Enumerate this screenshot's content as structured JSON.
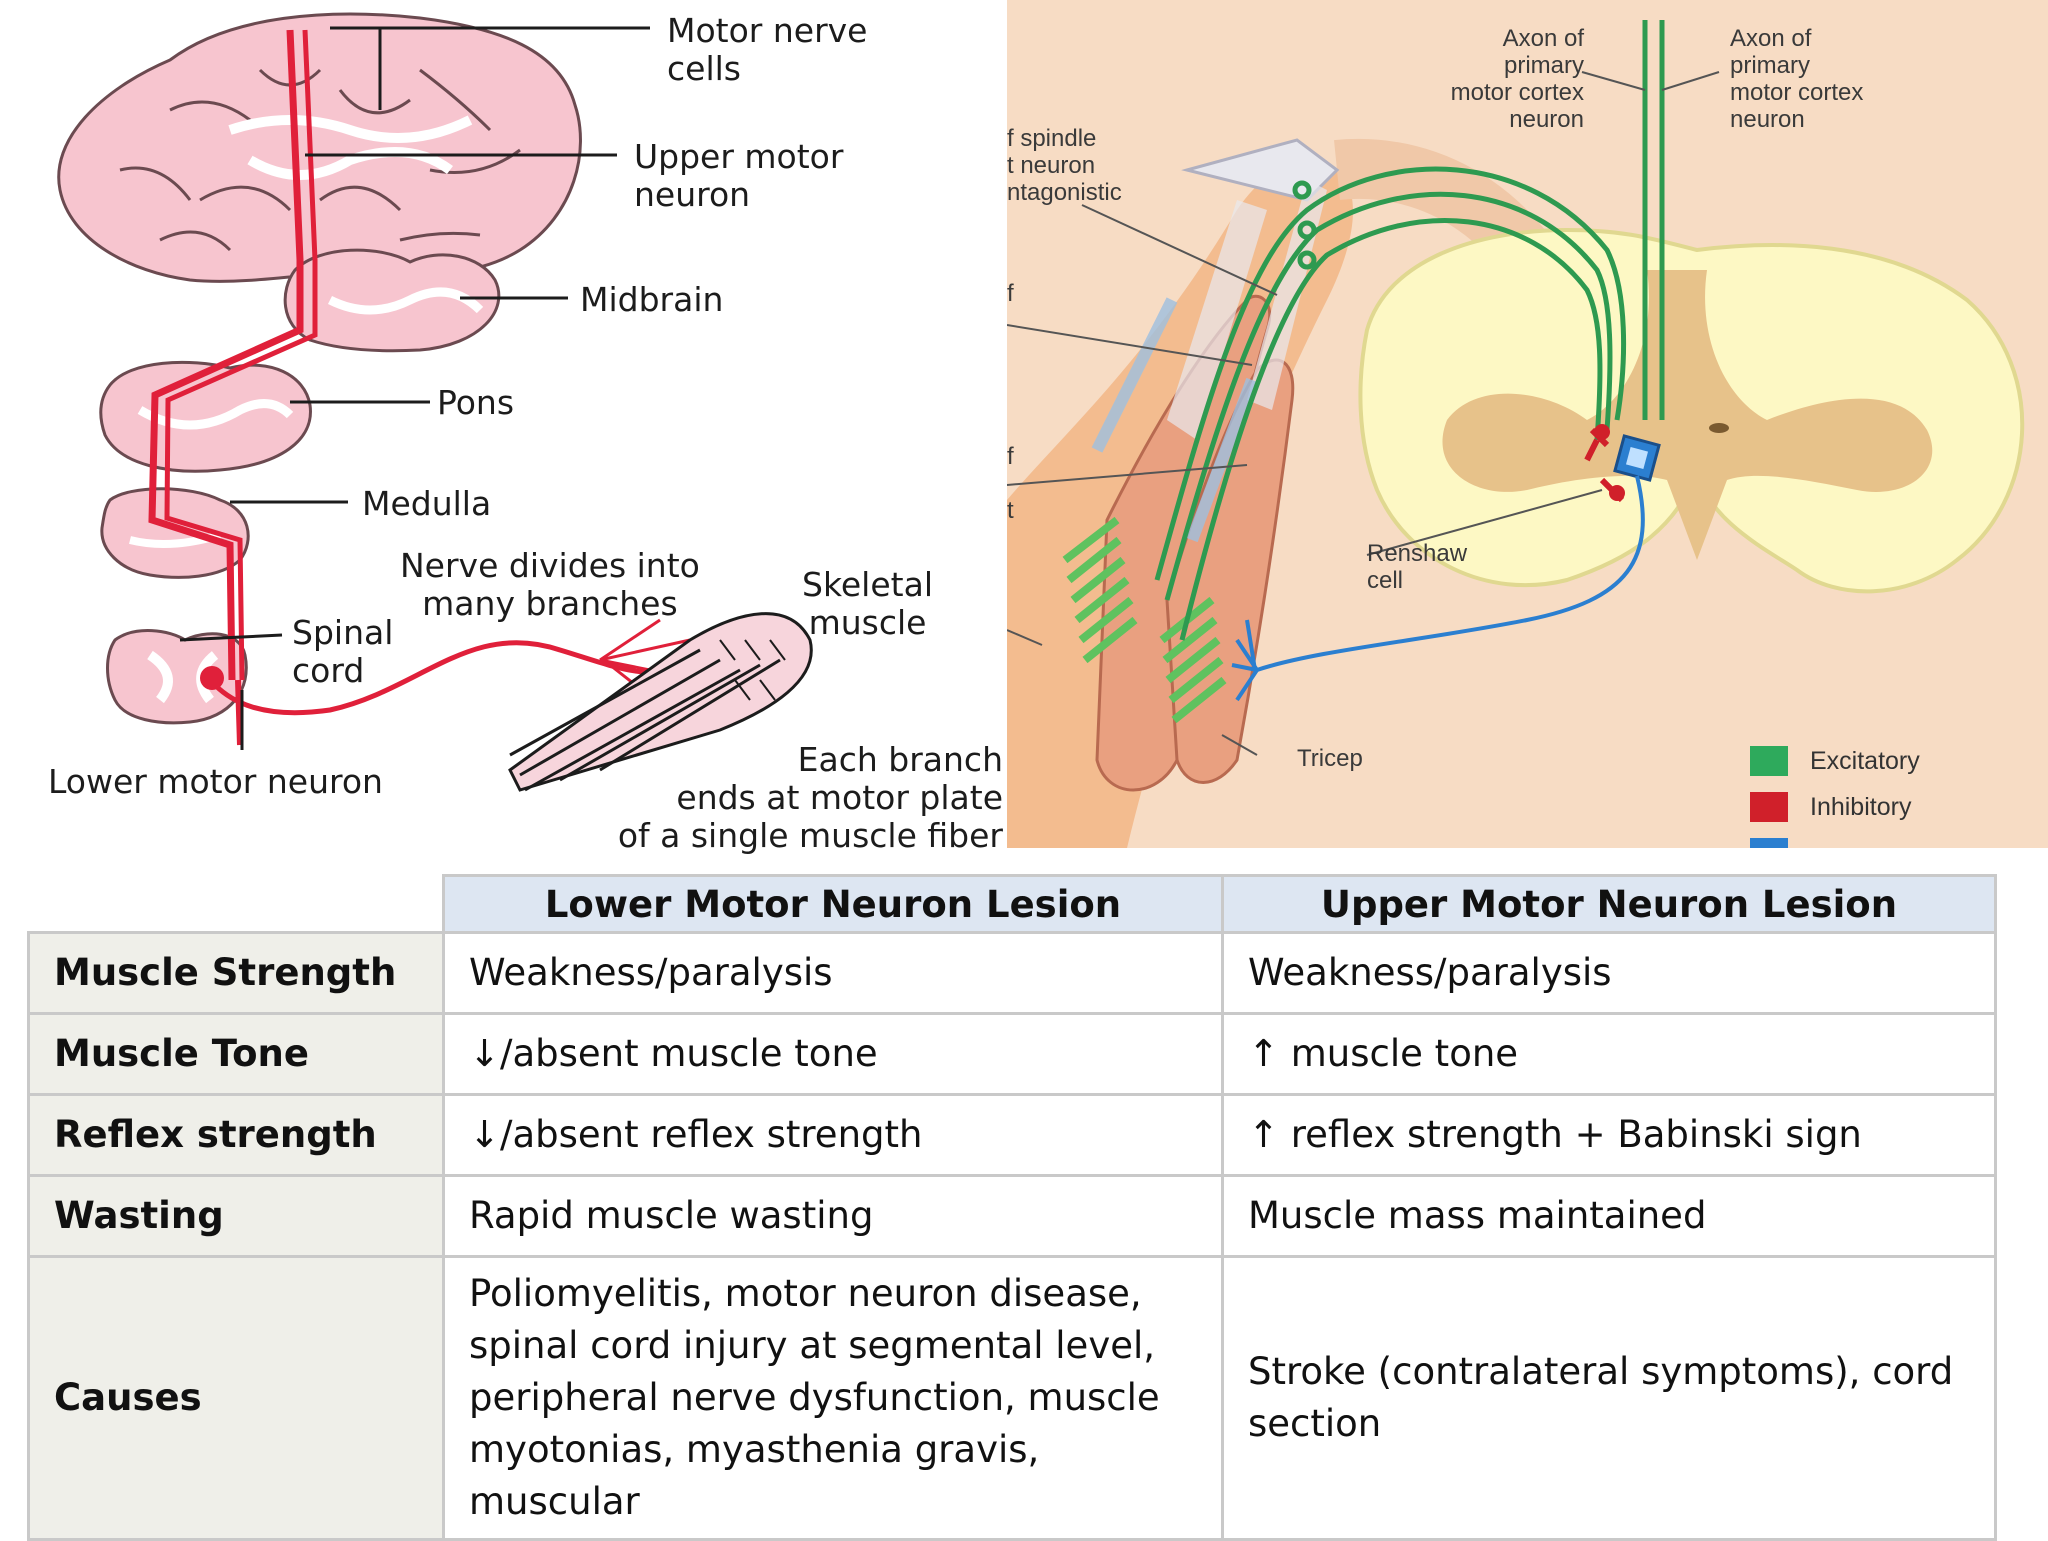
{
  "left_diagram": {
    "labels": {
      "motor_nerve_cells": "Motor nerve\ncells",
      "upper_motor_neuron": "Upper motor\nneuron",
      "midbrain": "Midbrain",
      "pons": "Pons",
      "medulla": "Medulla",
      "nerve_divides": "Nerve divides into\nmany branches",
      "skeletal_muscle": "Skeletal\nmuscle",
      "spinal_cord": "Spinal\ncord",
      "lower_motor_neuron": "Lower motor neuron",
      "each_branch": "Each branch\nends at motor plate\nof a single muscle fiber"
    },
    "colors": {
      "tissue": "#f7c5cf",
      "white_matter": "#ffffff",
      "outline": "#6b4a50",
      "nerve": "#e0203a"
    }
  },
  "right_diagram": {
    "labels": {
      "axon_left": "Axon of\nprimary\nmotor cortex\nneuron",
      "axon_right": "Axon of\nprimary\nmotor cortex\nneuron",
      "spindle_partial": "f spindle\nt neuron\nntagonistic",
      "cut_f1": "f",
      "cut_f2": "f",
      "cut_t": "t",
      "renshaw": "Renshaw\ncell",
      "tricep": "Tricep"
    },
    "legend": [
      {
        "label": "Excitatory",
        "color": "#2eaa5c"
      },
      {
        "label": "Inhibitory",
        "color": "#d0202a"
      }
    ],
    "colors": {
      "background": "#f7dcc4",
      "cord": "#fdf8c4",
      "grey_matter": "#e7c28a",
      "muscle": "#e9a080",
      "motor_blue": "#2b7fd0"
    }
  },
  "table": {
    "headers": [
      "",
      "Lower Motor Neuron Lesion",
      "Upper Motor Neuron Lesion"
    ],
    "rows": [
      {
        "feature": "Muscle Strength",
        "lower": "Weakness/paralysis",
        "upper": "Weakness/paralysis"
      },
      {
        "feature": "Muscle Tone",
        "lower": "↓/absent muscle tone",
        "upper": "↑ muscle tone"
      },
      {
        "feature": "Reflex strength",
        "lower": "↓/absent reflex strength",
        "upper": "↑ reflex strength + Babinski sign"
      },
      {
        "feature": "Wasting",
        "lower": "Rapid muscle wasting",
        "upper": "Muscle mass maintained"
      },
      {
        "feature": "Causes",
        "lower": "Poliomyelitis, motor neuron disease, spinal cord injury at segmental level, peripheral nerve dysfunction, muscle myotonias, myasthenia gravis, muscular",
        "upper": "Stroke (contralateral symptoms), cord section"
      }
    ]
  }
}
